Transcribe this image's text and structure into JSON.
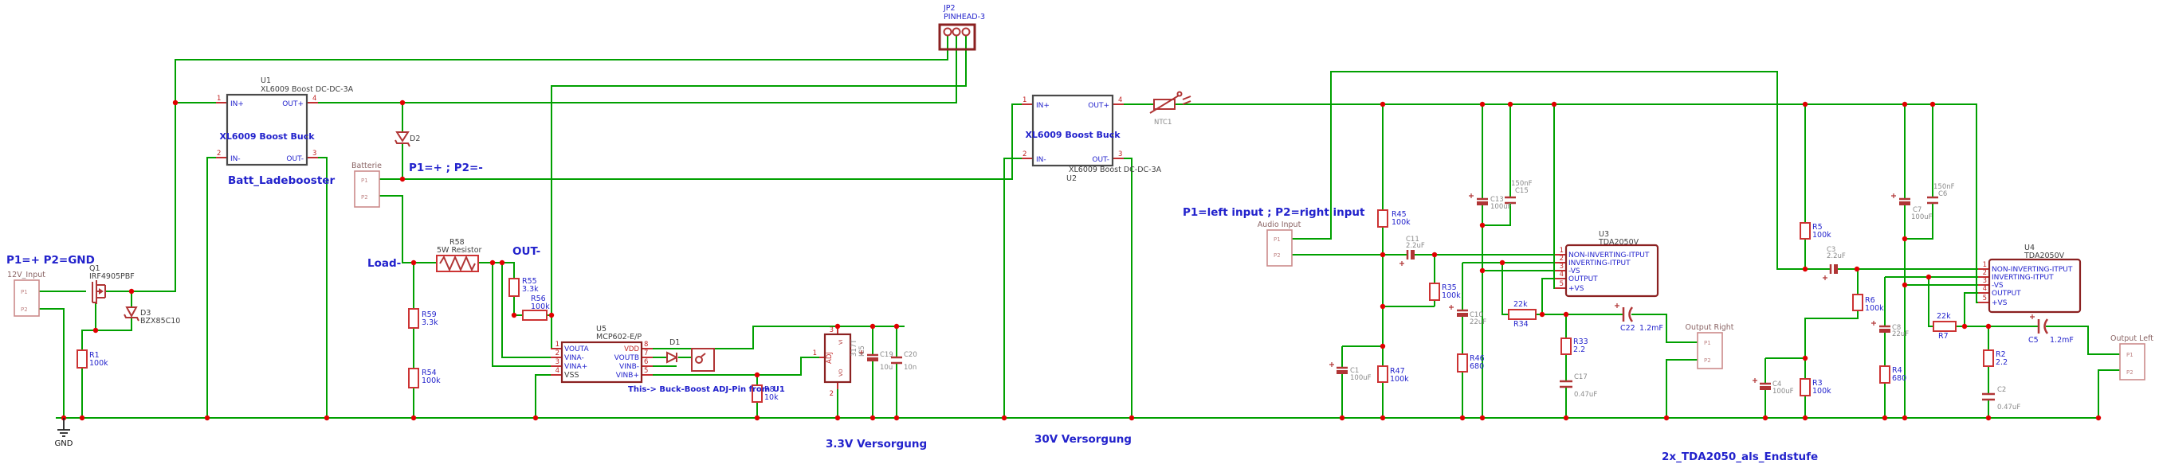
{
  "colors": {
    "wire_green": "#00A000",
    "junction_red": "#E00000",
    "symbol_red": "#B03535",
    "ic_outline": "#8B2121",
    "label_blue": "#2222CC",
    "pin_number_red": "#C22222",
    "cap_gray": "#8A8A8A",
    "background": "#FFFFFF"
  },
  "labels": {
    "p12v": "P1=+ P2=GND",
    "batt_pol": "P1=+ ; P2=-",
    "load": "Load-",
    "outminus": "OUT-",
    "note_adj": "This-> Buck-Boost ADJ-Pin from U1",
    "v33": "3.3V Versorgung",
    "v30": "30V Versorgung",
    "audio_pol": "P1=left input ; P2=right input",
    "endstufe": "2x_TDA2050_als_Endstufe",
    "batt_booster": "Batt_Ladebooster",
    "gnd": "GND"
  },
  "connectors": {
    "input12v": {
      "name": "12V_Input",
      "p1": "P1",
      "p2": "P2"
    },
    "batterie": {
      "name": "Batterie",
      "p1": "P1",
      "p2": "P2"
    },
    "audio": {
      "name": "Audio Input",
      "p1": "P1",
      "p2": "P2"
    },
    "output_right": {
      "name": "Output Right",
      "p1": "P1",
      "p2": "P2"
    },
    "output_left": {
      "name": "Output Left",
      "p1": "P1",
      "p2": "P2"
    }
  },
  "jp2": {
    "ref": "JP2",
    "value": "PINHEAD-3"
  },
  "ntc": {
    "ref": "NTC1"
  },
  "u1": {
    "ref": "U1",
    "value": "XL6009 Boost DC-DC-3A",
    "inner": "XL6009 Boost Buck",
    "p1": "IN+",
    "p2": "IN-",
    "p3": "OUT-",
    "p4": "OUT+",
    "n1": "1",
    "n2": "2",
    "n3": "3",
    "n4": "4"
  },
  "u2": {
    "ref": "U2",
    "value": "XL6009 Boost DC-DC-3A",
    "inner": "XL6009 Boost Buck",
    "p1": "IN+",
    "p2": "IN-",
    "p3": "OUT-",
    "p4": "OUT+",
    "n1": "1",
    "n2": "2",
    "n3": "3",
    "n4": "4"
  },
  "u5": {
    "ref": "U5",
    "value": "MCP602-E/P",
    "l": [
      "VOUTA",
      "VINA-",
      "VINA+",
      "VSS"
    ],
    "ln": [
      "1",
      "2",
      "3",
      "4"
    ],
    "r": [
      "VDD",
      "VOUTB",
      "VINB-",
      "VINB+"
    ],
    "rn": [
      "8",
      "7",
      "6",
      "5"
    ]
  },
  "u3": {
    "ref": "U3",
    "value": "TDA2050V",
    "pins": [
      "NON-INVERTING-ITPUT",
      "INVERTING-ITPUT",
      "-VS",
      "OUTPUT",
      "+VS"
    ],
    "nums": [
      "1",
      "2",
      "3",
      "4",
      "5"
    ]
  },
  "u4": {
    "ref": "U4",
    "value": "TDA2050V",
    "pins": [
      "NON-INVERTING-ITPUT",
      "INVERTING-ITPUT",
      "-VS",
      "OUTPUT",
      "+VS"
    ],
    "nums": [
      "1",
      "2",
      "3",
      "4",
      "5"
    ]
  },
  "ic5": {
    "ref": "IC5",
    "value": "317T",
    "adj": "ADJ",
    "vi": "VI",
    "vo": "VO",
    "n1": "1",
    "n2": "2",
    "n3": "3"
  },
  "q1": {
    "ref": "Q1",
    "value": "IRF4905PBF"
  },
  "d1": {
    "ref": "D1"
  },
  "d2": {
    "ref": "D2"
  },
  "d3": {
    "ref": "D3",
    "value": "BZX85C10"
  },
  "resistors": {
    "r1": {
      "ref": "R1",
      "value": "100k"
    },
    "r54": {
      "ref": "R54",
      "value": "100k"
    },
    "r59": {
      "ref": "R59",
      "value": "3.3k"
    },
    "r55": {
      "ref": "R55",
      "value": "3.3k"
    },
    "r56": {
      "ref": "R56",
      "value": "100k"
    },
    "r58": {
      "ref": "R58",
      "value": "5W Resistor"
    },
    "r8": {
      "ref": "R8",
      "value": "10k"
    },
    "r45": {
      "ref": "R45",
      "value": "100k"
    },
    "r35": {
      "ref": "R35",
      "value": "100k"
    },
    "r47": {
      "ref": "R47",
      "value": "100k"
    },
    "r46": {
      "ref": "R46",
      "value": "680"
    },
    "r34": {
      "ref": "R34",
      "value": "22k"
    },
    "r33": {
      "ref": "R33",
      "value": "2.2"
    },
    "r5": {
      "ref": "R5",
      "value": "100k"
    },
    "r6": {
      "ref": "R6",
      "value": "100k"
    },
    "r3": {
      "ref": "R3",
      "value": "100k"
    },
    "r4": {
      "ref": "R4",
      "value": "680"
    },
    "r7": {
      "ref": "R7",
      "value": "22k"
    },
    "r2": {
      "ref": "R2",
      "value": "2.2"
    }
  },
  "capacitors": {
    "c19": {
      "ref": "C19",
      "value": "10u"
    },
    "c20": {
      "ref": "C20",
      "value": "10n"
    },
    "c11": {
      "ref": "C11",
      "value": "2.2uF"
    },
    "c13": {
      "ref": "C13",
      "value": "100uF"
    },
    "c15": {
      "ref": "C15",
      "value": "150nF"
    },
    "c1": {
      "ref": "C1",
      "value": "100uF"
    },
    "c10": {
      "ref": "C10",
      "value": "22uF"
    },
    "c17": {
      "ref": "C17",
      "value": "0.47uF"
    },
    "c22": {
      "ref": "C22",
      "value": "1.2mF"
    },
    "c3": {
      "ref": "C3",
      "value": "2.2uF"
    },
    "c7": {
      "ref": "C7",
      "value": "100uF"
    },
    "c6": {
      "ref": "C6",
      "value": "150nF"
    },
    "c4": {
      "ref": "C4",
      "value": "100uF"
    },
    "c8": {
      "ref": "C8",
      "value": "22uF"
    },
    "c2": {
      "ref": "C2",
      "value": "0.47uF"
    },
    "c5": {
      "ref": "C5",
      "value": "1.2mF"
    }
  }
}
